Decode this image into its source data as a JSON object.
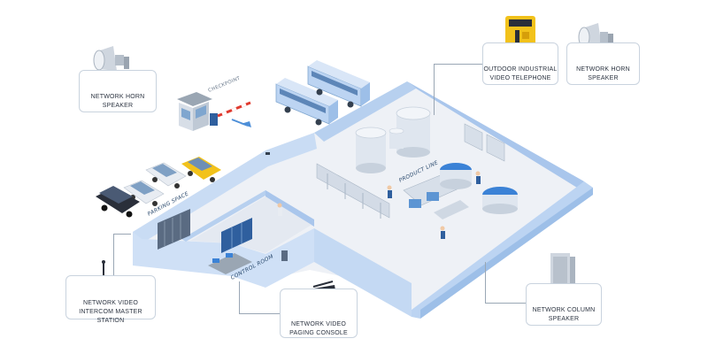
{
  "callouts": {
    "horn_left": "NETWORK HORN\nSPEAKER",
    "telephone": "OUTDOOR INDUSTRIAL\nVIDEO TELEPHONE",
    "horn_right": "NETWORK HORN\nSPEAKER",
    "intercom": "NETWORK VIDEO\nINTERCOM MASTER STATION",
    "paging": "NETWORK VIDEO\nPAGING CONSOLE",
    "column": "NETWORK COLUMN\nSPEAKER"
  },
  "floor_labels": {
    "checkpoint": "CHECKPOINT",
    "product_line": "PRODUCT LINE",
    "parking": "PARKING SPACE",
    "control_room": "CONTROL ROOM"
  },
  "colors": {
    "wall": "#bcd4f2",
    "wall_dark": "#9dbfe8",
    "floor": "#eef1f6",
    "accent_yellow": "#f2c21b",
    "accent_blue": "#3b82d6"
  }
}
